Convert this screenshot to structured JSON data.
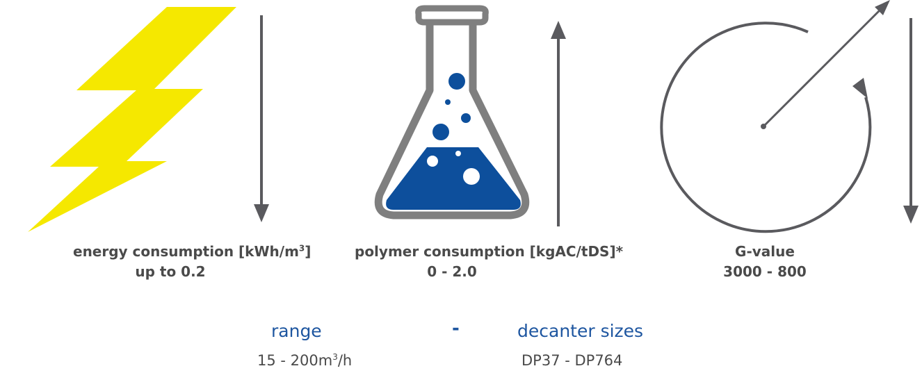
{
  "colors": {
    "lightning": "#f5e800",
    "arrow": "#5a5a5e",
    "flask_outline": "#7f7f7f",
    "liquid": "#0d4f9c",
    "heading_blue": "#1e56a0",
    "caption_text": "#4a4a4a"
  },
  "icons": {
    "energy": "lightning-bolt-icon",
    "polymer": "lab-flask-icon",
    "gvalue": "rotation-gauge-icon"
  },
  "metrics": [
    {
      "title": "energy consumption [kWh/m",
      "title_sup": "3",
      "title_suffix": "]",
      "value": "up to 0.2",
      "trend": "down"
    },
    {
      "title": "polymer consumption [kgAC/tDS]*",
      "value": "0  -  2.0",
      "trend": "up"
    },
    {
      "title": "G-value",
      "value": "3000  -  800",
      "trend": "down"
    }
  ],
  "summary": {
    "range_heading": "range",
    "separator": "-",
    "sizes_heading": "decanter sizes",
    "range_value": "15  -  200m",
    "range_value_sup": "3",
    "range_value_suffix": "/h",
    "sizes_value": "DP37  -  DP764"
  }
}
